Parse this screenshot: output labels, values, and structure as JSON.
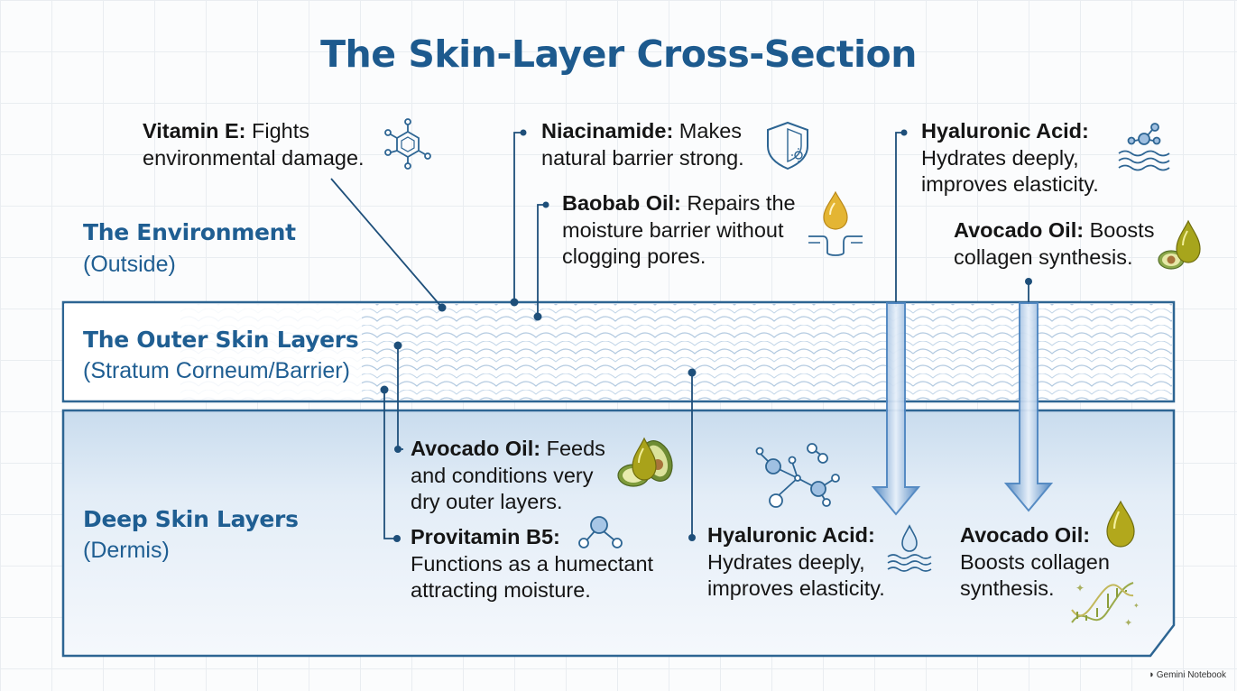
{
  "title": "The Skin-Layer Cross-Section",
  "zones": {
    "environment": {
      "title": "The Environment",
      "subtitle": "(Outside)"
    },
    "outer": {
      "title": "The Outer Skin Layers",
      "subtitle": "(Stratum Corneum/Barrier)"
    },
    "deep": {
      "title": "Deep Skin Layers",
      "subtitle": "(Dermis)"
    }
  },
  "callouts": {
    "vitamin_e": {
      "name": "Vitamin E:",
      "line1": " Fights",
      "line2": "environmental damage.",
      "icon": "molecule-ring-icon"
    },
    "niacinamide": {
      "name": "Niacinamide:",
      "line1": " Makes",
      "line2": "natural barrier strong.",
      "icon": "shield-icon"
    },
    "baobab": {
      "name": "Baobab Oil:",
      "line1": " Repairs the",
      "line2": "moisture barrier without",
      "line3": "clogging pores.",
      "icon": "oil-drop-icon"
    },
    "ha_top": {
      "name": "Hyaluronic Acid:",
      "line2": "Hydrates deeply,",
      "line3": "improves elasticity.",
      "icon": "molecule-water-icon"
    },
    "avocado_top": {
      "name": "Avocado Oil:",
      "line1": " Boosts",
      "line2": "collagen synthesis.",
      "icon": "avocado-drop-icon"
    },
    "avocado_mid": {
      "name": "Avocado Oil:",
      "line1": " Feeds",
      "line2": "and conditions very",
      "line3": "dry outer layers.",
      "icon": "avocado-icon"
    },
    "provitamin": {
      "name": "Provitamin B5:",
      "line2": "Functions as a humectant",
      "line3": "attracting moisture.",
      "icon": "molecule-icon"
    },
    "ha_deep": {
      "name": "Hyaluronic Acid:",
      "line2": "Hydrates deeply,",
      "line3": "improves elasticity.",
      "icon": "water-drop-icon"
    },
    "avocado_deep": {
      "name": "Avocado Oil:",
      "line2": "Boosts collagen",
      "line3": "synthesis.",
      "icon": "dna-icon"
    }
  },
  "watermark": "Gemini Notebook",
  "colors": {
    "title": "#1d5a8e",
    "line": "#1e4f7a",
    "band_border": "#2d6593",
    "arrow": "#4f86c1"
  }
}
